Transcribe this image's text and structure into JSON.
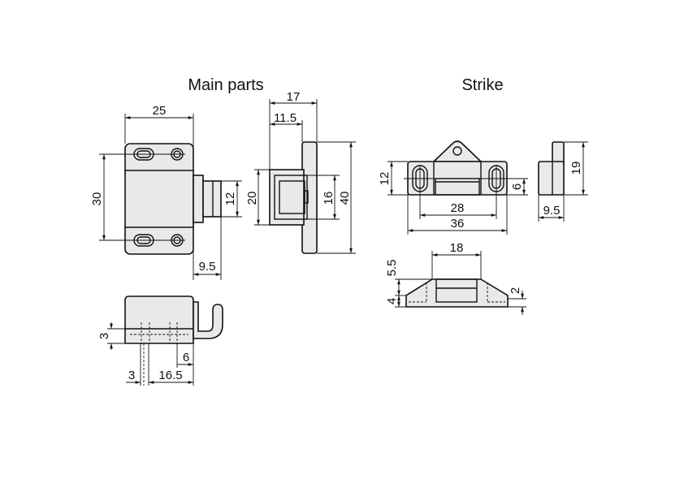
{
  "titles": {
    "main_parts": "Main parts",
    "strike": "Strike"
  },
  "main_front": {
    "width": "25",
    "hole_pitch": "30",
    "plunger_dia": "12",
    "plunger_len": "9.5"
  },
  "main_side": {
    "depth": "17",
    "body_depth": "11.5",
    "body_height": "20",
    "inner": "16",
    "height": "40"
  },
  "main_bottom": {
    "thickness": "3",
    "offset_a": "3",
    "offset_b": "16.5",
    "hook": "6"
  },
  "strike_front": {
    "height": "12",
    "slot_offset": "6",
    "hole_pitch": "28",
    "width": "36"
  },
  "strike_side": {
    "height": "19",
    "depth": "9.5"
  },
  "strike_bottom": {
    "center_width": "18",
    "top": "5.5",
    "base": "4",
    "edge": "2"
  }
}
